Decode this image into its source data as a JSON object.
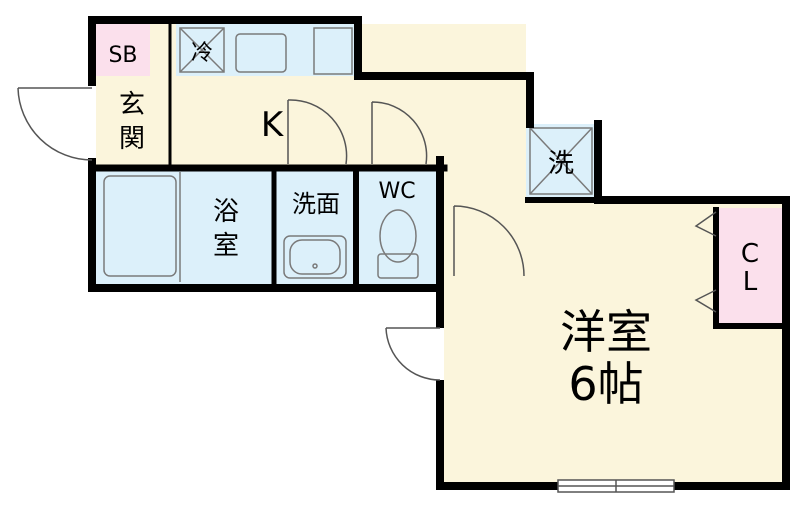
{
  "colors": {
    "wall": "#000000",
    "kitchen_floor": "#fbf5dc",
    "room_floor": "#fbf5dc",
    "wet_area": "#dcf0fa",
    "storage_pink": "#fbe0ec",
    "fixture_outline": "#7a7a7a"
  },
  "rooms": {
    "shoe_box": "SB",
    "entrance_line1": "玄",
    "entrance_line2": "関",
    "kitchen": "K",
    "fridge": "冷",
    "bath_line1": "浴",
    "bath_line2": "室",
    "washroom": "洗面",
    "toilet": "WC",
    "laundry": "洗",
    "closet_line1": "C",
    "closet_line2": "L",
    "western_room": "洋室",
    "western_room_size": "6帖"
  }
}
